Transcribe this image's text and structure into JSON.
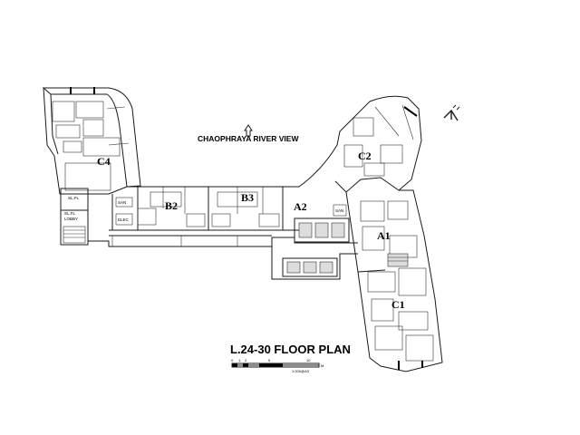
{
  "view_label": "CHAOPHRAYA RIVER VIEW",
  "title": "L.24-30  FLOOR PLAN",
  "units": {
    "c4": "C4",
    "b2": "B2",
    "b3": "B3",
    "a2": "A2",
    "c2": "C2",
    "a1": "A1",
    "c1": "C1"
  },
  "small_labels": {
    "slfl_top": "SL.FL",
    "slfl_lobby_1": "SL.FL",
    "slfl_lobby_2": "LOBBY",
    "san_left": "SAN",
    "elec": "ELEC",
    "san_right": "SAN"
  },
  "scale": {
    "ticks": [
      "0",
      "1",
      "2",
      "5",
      "10"
    ],
    "unit": "M.",
    "note": "1:200@A3"
  },
  "north_symbol": "N"
}
